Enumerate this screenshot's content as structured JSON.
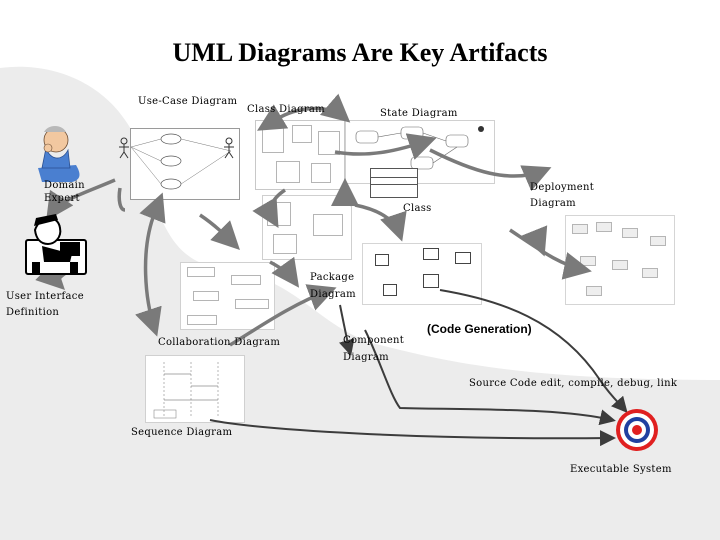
{
  "title": "UML Diagrams Are Key Artifacts",
  "labels": {
    "use_case": "Use-Case Diagram",
    "class_diagram": "Class Diagram",
    "state": "State Diagram",
    "domain_expert_1": "Domain",
    "domain_expert_2": "Expert",
    "deployment_1": "Deployment",
    "deployment_2": "Diagram",
    "class": "Class",
    "package_1": "Package",
    "package_2": "Diagram",
    "ui_1": "User Interface",
    "ui_2": "Definition",
    "collaboration": "Collaboration Diagram",
    "component_1": "Component",
    "component_2": "Diagram",
    "code_gen": "(Code Generation)",
    "source_code": "Source Code edit, compile, debug, link",
    "sequence": "Sequence Diagram",
    "executable": "Executable System"
  },
  "colors": {
    "arrow": "#7a7a7a",
    "arrow_dark": "#3c3c3c",
    "blob": "#e6e6e6",
    "target_red": "#e02020",
    "target_blue": "#2040a0"
  },
  "icons": [
    "domain-expert-icon",
    "ui-designer-icon",
    "target-icon",
    "actor-icon"
  ]
}
